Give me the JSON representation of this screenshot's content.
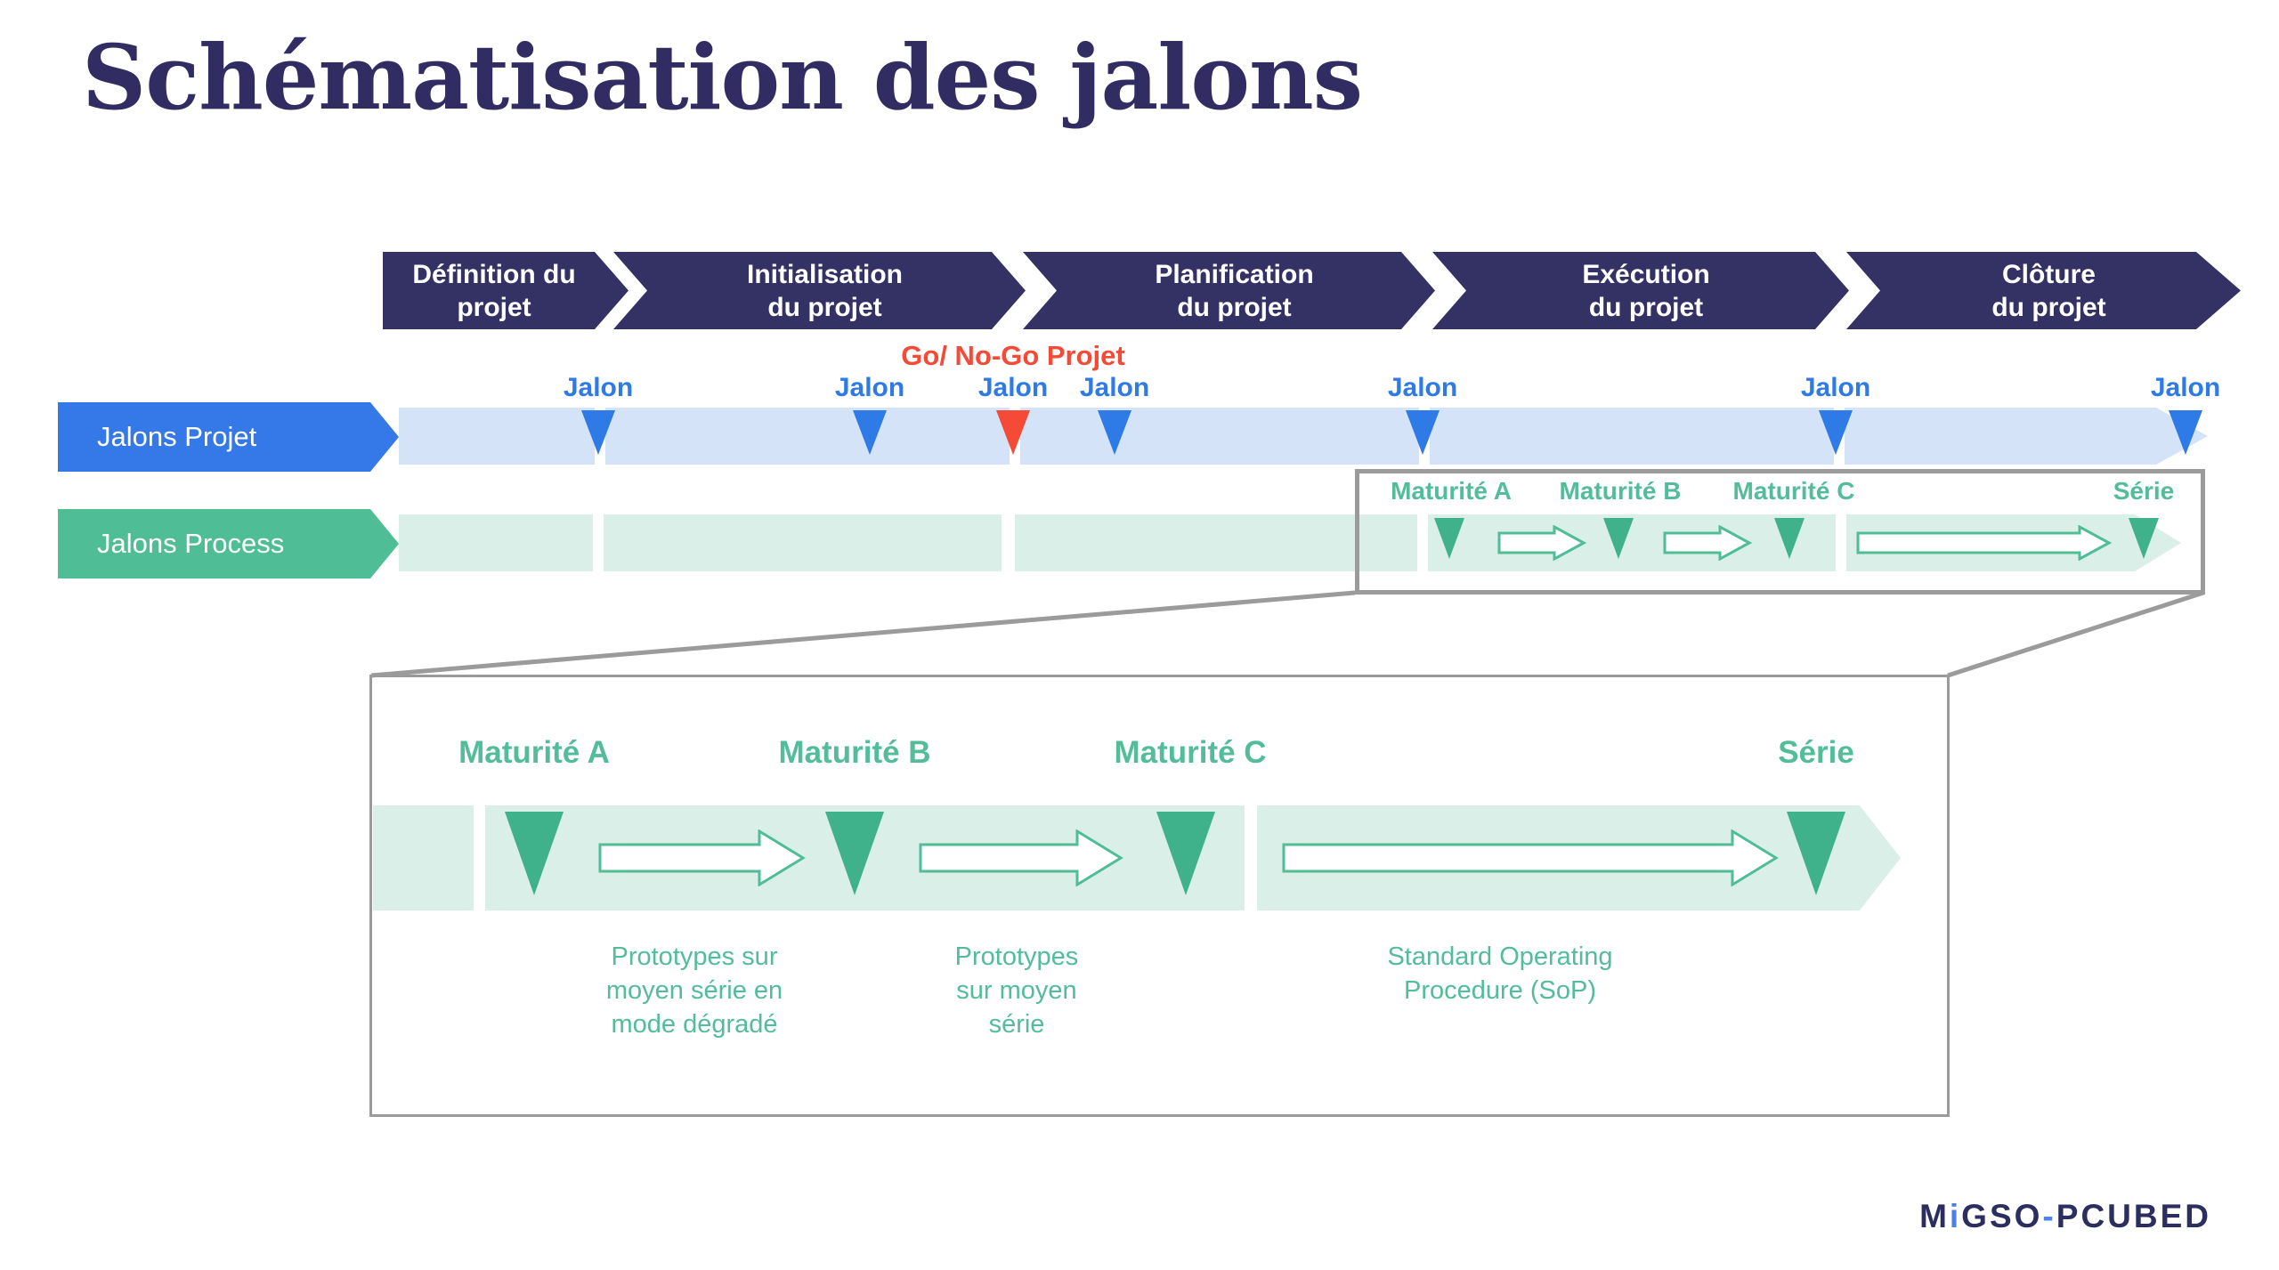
{
  "title": "Schématisation des jalons",
  "phases": [
    {
      "label": "Définition du\nprojet"
    },
    {
      "label": "Initialisation\ndu projet"
    },
    {
      "label": "Planification\ndu projet"
    },
    {
      "label": "Exécution\ndu projet"
    },
    {
      "label": "Clôture\ndu projet"
    }
  ],
  "go_no_go_label": "Go/ No-Go Projet",
  "project_row": {
    "label": "Jalons Projet",
    "milestones": [
      {
        "label": "Jalon",
        "type": "standard"
      },
      {
        "label": "Jalon",
        "type": "standard"
      },
      {
        "label": "Jalon",
        "type": "go-no-go"
      },
      {
        "label": "Jalon",
        "type": "standard"
      },
      {
        "label": "Jalon",
        "type": "standard"
      },
      {
        "label": "Jalon",
        "type": "standard"
      },
      {
        "label": "Jalon",
        "type": "standard"
      }
    ]
  },
  "process_row": {
    "label": "Jalons Process",
    "milestones": [
      {
        "label": "Maturité A"
      },
      {
        "label": "Maturité B"
      },
      {
        "label": "Maturité C"
      },
      {
        "label": "Série"
      }
    ]
  },
  "detail_view": {
    "milestone_labels": [
      "Maturité A",
      "Maturité B",
      "Maturité C",
      "Série"
    ],
    "captions": [
      "Prototypes sur\nmoyen série en\nmode dégradé",
      "Prototypes\nsur moyen\nsérie",
      "Standard Operating\nProcedure (SoP)"
    ]
  },
  "logo": {
    "parts": [
      {
        "text": "M"
      },
      {
        "text": "i"
      },
      {
        "text": "GSO"
      },
      {
        "text": "-"
      },
      {
        "text": "P"
      },
      {
        "text": "CUBED"
      }
    ]
  },
  "colors": {
    "navy": "#343165",
    "title_navy": "#312d63",
    "blue_accent": "#3579e8",
    "blue_marker": "#2e7ae6",
    "light_blue_band": "#d5e3f8",
    "red_go_no_go": "#f44a36",
    "green_accent": "#4fbd96",
    "green_marker": "#3fb28c",
    "green_text": "#52bd98",
    "light_green_band": "#d9efe7",
    "zoom_border_gray": "#9b9b9b"
  }
}
